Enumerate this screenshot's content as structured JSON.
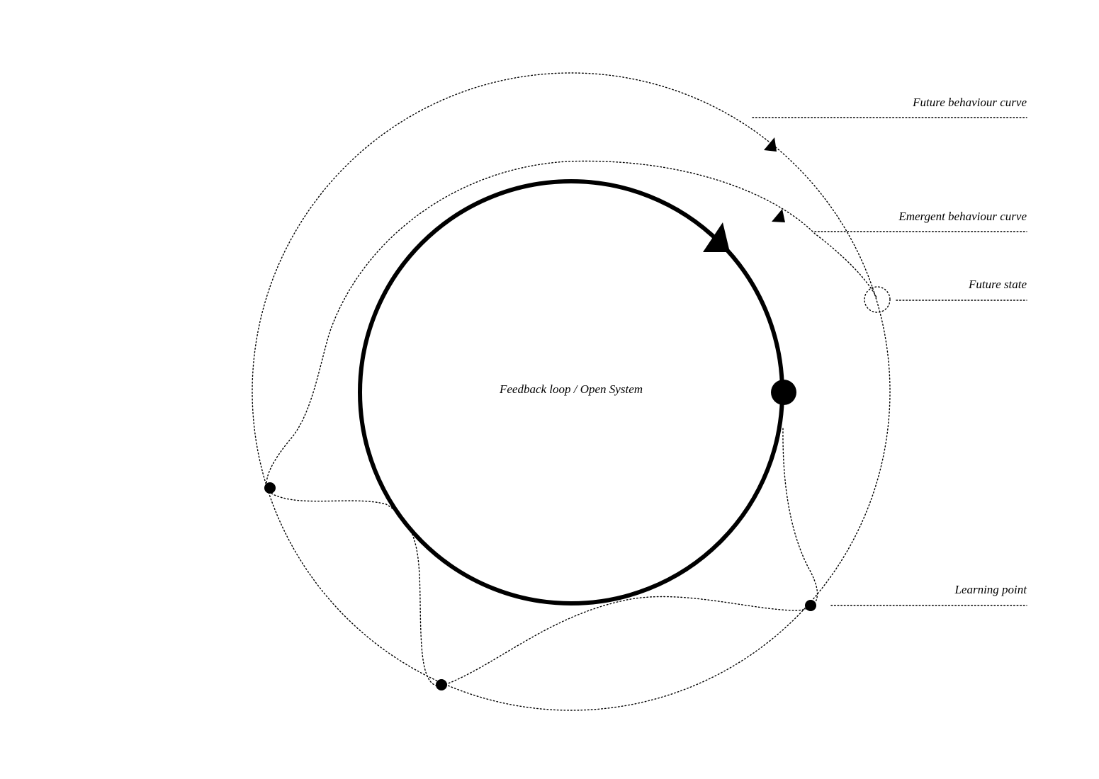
{
  "diagram": {
    "center_label": "Feedback loop / Open System",
    "labels": {
      "future_behaviour_curve": "Future behaviour curve",
      "emergent_behaviour_curve": "Emergent behaviour curve",
      "future_state": "Future state",
      "learning_point": "Learning point"
    },
    "colors": {
      "ink": "#000000",
      "background": "#ffffff"
    }
  }
}
